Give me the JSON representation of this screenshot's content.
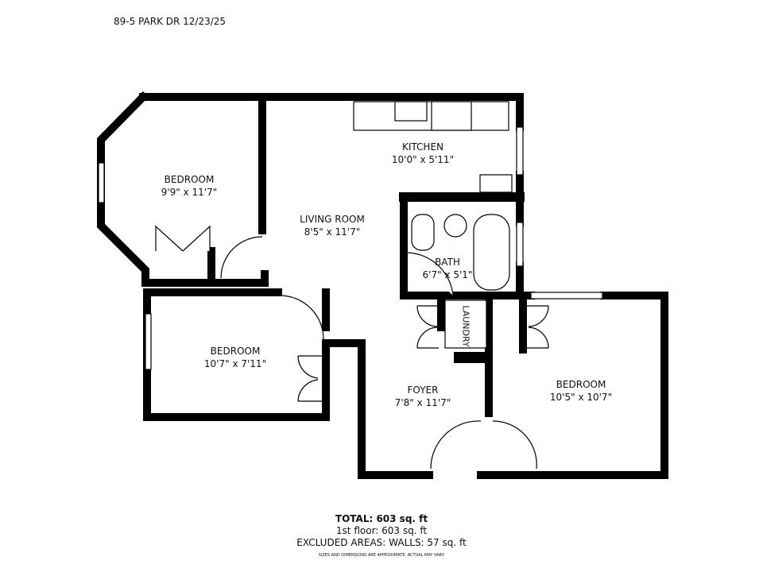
{
  "header": {
    "title": "89-5 PARK DR 12/23/25"
  },
  "rooms": [
    {
      "name": "BEDROOM",
      "size": "9'9\" x 11'7\""
    },
    {
      "name": "KITCHEN",
      "size": "10'0\" x 5'11\""
    },
    {
      "name": "LIVING ROOM",
      "size": "8'5\" x 11'7\""
    },
    {
      "name": "BATH",
      "size": "6'7\" x 5'1\""
    },
    {
      "name": "BEDROOM",
      "size": "10'7\" x 7'11\""
    },
    {
      "name": "FOYER",
      "size": "7'8\" x 11'7\""
    },
    {
      "name": "BEDROOM",
      "size": "10'5\" x 10'7\""
    },
    {
      "name": "LAUNDRY",
      "size": ""
    }
  ],
  "summary": {
    "total": "TOTAL: 603 sq. ft",
    "floor": "1st floor: 603 sq. ft",
    "excluded": "EXCLUDED AREAS: WALLS: 57 sq. ft",
    "disclaimer": "SIZES AND DIMENSIONS ARE APPROXIMATE, ACTUAL MAY VARY."
  },
  "colors": {
    "wall": "#000000",
    "background": "#ffffff"
  }
}
